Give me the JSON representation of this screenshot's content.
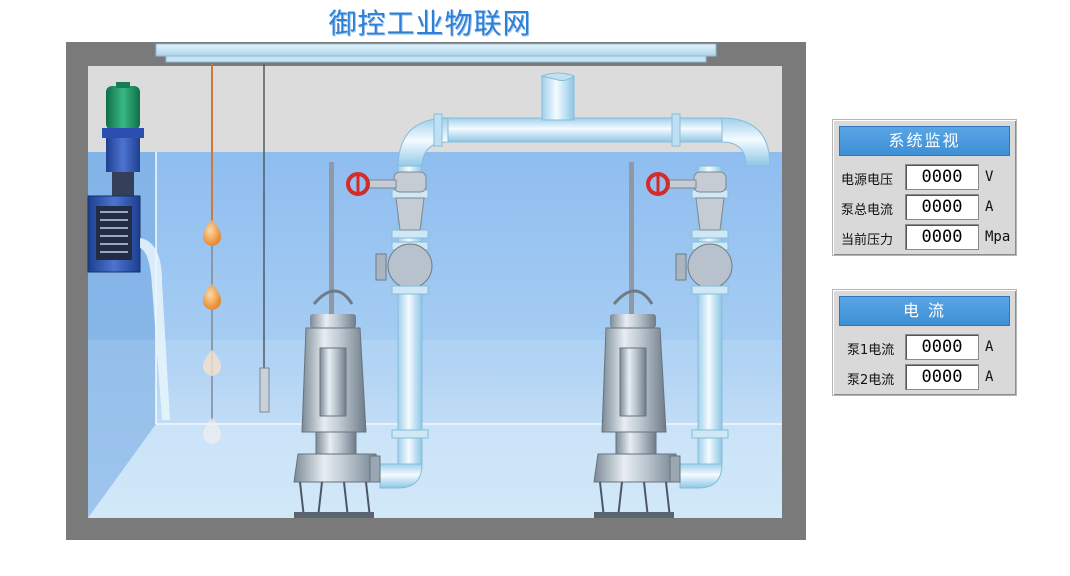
{
  "title": "御控工业物联网",
  "system_panel": {
    "header": "系统监视",
    "rows": [
      {
        "label": "电源电压",
        "value": "0000",
        "unit": "V"
      },
      {
        "label": "泵总电流",
        "value": "0000",
        "unit": "A"
      },
      {
        "label": "当前压力",
        "value": "0000",
        "unit": "Mpa"
      }
    ]
  },
  "current_panel": {
    "header": "电 流",
    "rows": [
      {
        "label": "泵1电流",
        "value": "0000",
        "unit": "A"
      },
      {
        "label": "泵2电流",
        "value": "0000",
        "unit": "A"
      }
    ]
  },
  "colors": {
    "title": "#2e7fd6",
    "water": "#9fc6f0",
    "pipe": "#cfeaf7",
    "valve": "#d42b2b",
    "motor": "#1f8f63",
    "panel_header": "#4a9ade"
  }
}
